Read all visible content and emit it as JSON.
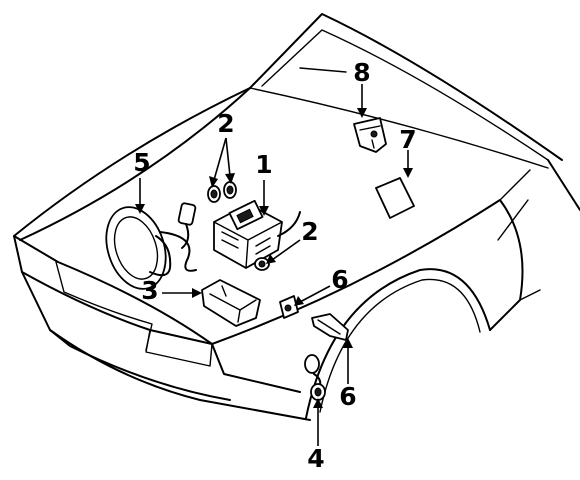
{
  "callouts": {
    "c1": "1",
    "c2a": "2",
    "c2b": "2",
    "c3": "3",
    "c4": "4",
    "c5": "5",
    "c6a": "6",
    "c6b": "6",
    "c7": "7",
    "c8": "8"
  },
  "colors": {
    "line": "#000000",
    "background": "#ffffff"
  }
}
